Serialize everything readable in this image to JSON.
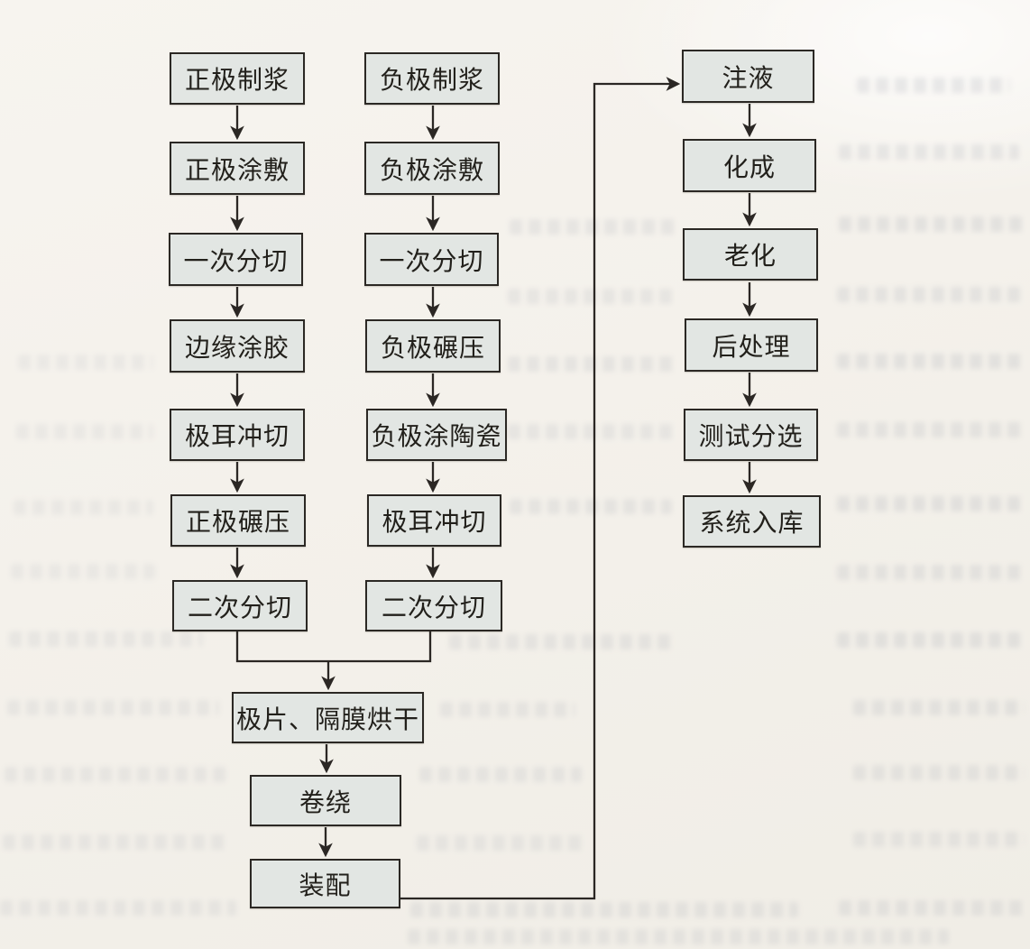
{
  "page": {
    "paper_color": "#f4f1eb"
  },
  "diagram": {
    "type": "flowchart",
    "box_fill": "#e2e6e3",
    "box_border": "#2b2824",
    "line_color": "#2b2724",
    "text_color": "#22201b",
    "nodes": [
      {
        "id": "cathode-slurry",
        "label": "正极制浆"
      },
      {
        "id": "cathode-coating",
        "label": "正极涂敷"
      },
      {
        "id": "cathode-first-slitting",
        "label": "一次分切"
      },
      {
        "id": "edge-gluing",
        "label": "边缘涂胶"
      },
      {
        "id": "cathode-tab-punching",
        "label": "极耳冲切"
      },
      {
        "id": "cathode-calendering",
        "label": "正极碾压"
      },
      {
        "id": "cathode-second-slitting",
        "label": "二次分切"
      },
      {
        "id": "anode-slurry",
        "label": "负极制浆"
      },
      {
        "id": "anode-coating",
        "label": "负极涂敷"
      },
      {
        "id": "anode-first-slitting",
        "label": "一次分切"
      },
      {
        "id": "anode-calendering",
        "label": "负极碾压"
      },
      {
        "id": "anode-ceramic-coating",
        "label": "负极涂陶瓷"
      },
      {
        "id": "anode-tab-punching",
        "label": "极耳冲切"
      },
      {
        "id": "anode-second-slitting",
        "label": "二次分切"
      },
      {
        "id": "electrode-separator-drying",
        "label": "极片、隔膜烘干"
      },
      {
        "id": "winding",
        "label": "卷绕"
      },
      {
        "id": "assembly",
        "label": "装配"
      },
      {
        "id": "electrolyte-filling",
        "label": "注液"
      },
      {
        "id": "formation",
        "label": "化成"
      },
      {
        "id": "aging",
        "label": "老化"
      },
      {
        "id": "post-processing",
        "label": "后处理"
      },
      {
        "id": "testing-sorting",
        "label": "测试分选"
      },
      {
        "id": "warehousing",
        "label": "系统入库"
      }
    ],
    "edges": [
      [
        "cathode-slurry",
        "cathode-coating"
      ],
      [
        "cathode-coating",
        "cathode-first-slitting"
      ],
      [
        "cathode-first-slitting",
        "edge-gluing"
      ],
      [
        "edge-gluing",
        "cathode-tab-punching"
      ],
      [
        "cathode-tab-punching",
        "cathode-calendering"
      ],
      [
        "cathode-calendering",
        "cathode-second-slitting"
      ],
      [
        "anode-slurry",
        "anode-coating"
      ],
      [
        "anode-coating",
        "anode-first-slitting"
      ],
      [
        "anode-first-slitting",
        "anode-calendering"
      ],
      [
        "anode-calendering",
        "anode-ceramic-coating"
      ],
      [
        "anode-ceramic-coating",
        "anode-tab-punching"
      ],
      [
        "anode-tab-punching",
        "anode-second-slitting"
      ],
      [
        "cathode-second-slitting",
        "electrode-separator-drying"
      ],
      [
        "anode-second-slitting",
        "electrode-separator-drying"
      ],
      [
        "electrode-separator-drying",
        "winding"
      ],
      [
        "winding",
        "assembly"
      ],
      [
        "assembly",
        "electrolyte-filling"
      ],
      [
        "electrolyte-filling",
        "formation"
      ],
      [
        "formation",
        "aging"
      ],
      [
        "aging",
        "post-processing"
      ],
      [
        "post-processing",
        "testing-sorting"
      ],
      [
        "testing-sorting",
        "warehousing"
      ]
    ]
  }
}
